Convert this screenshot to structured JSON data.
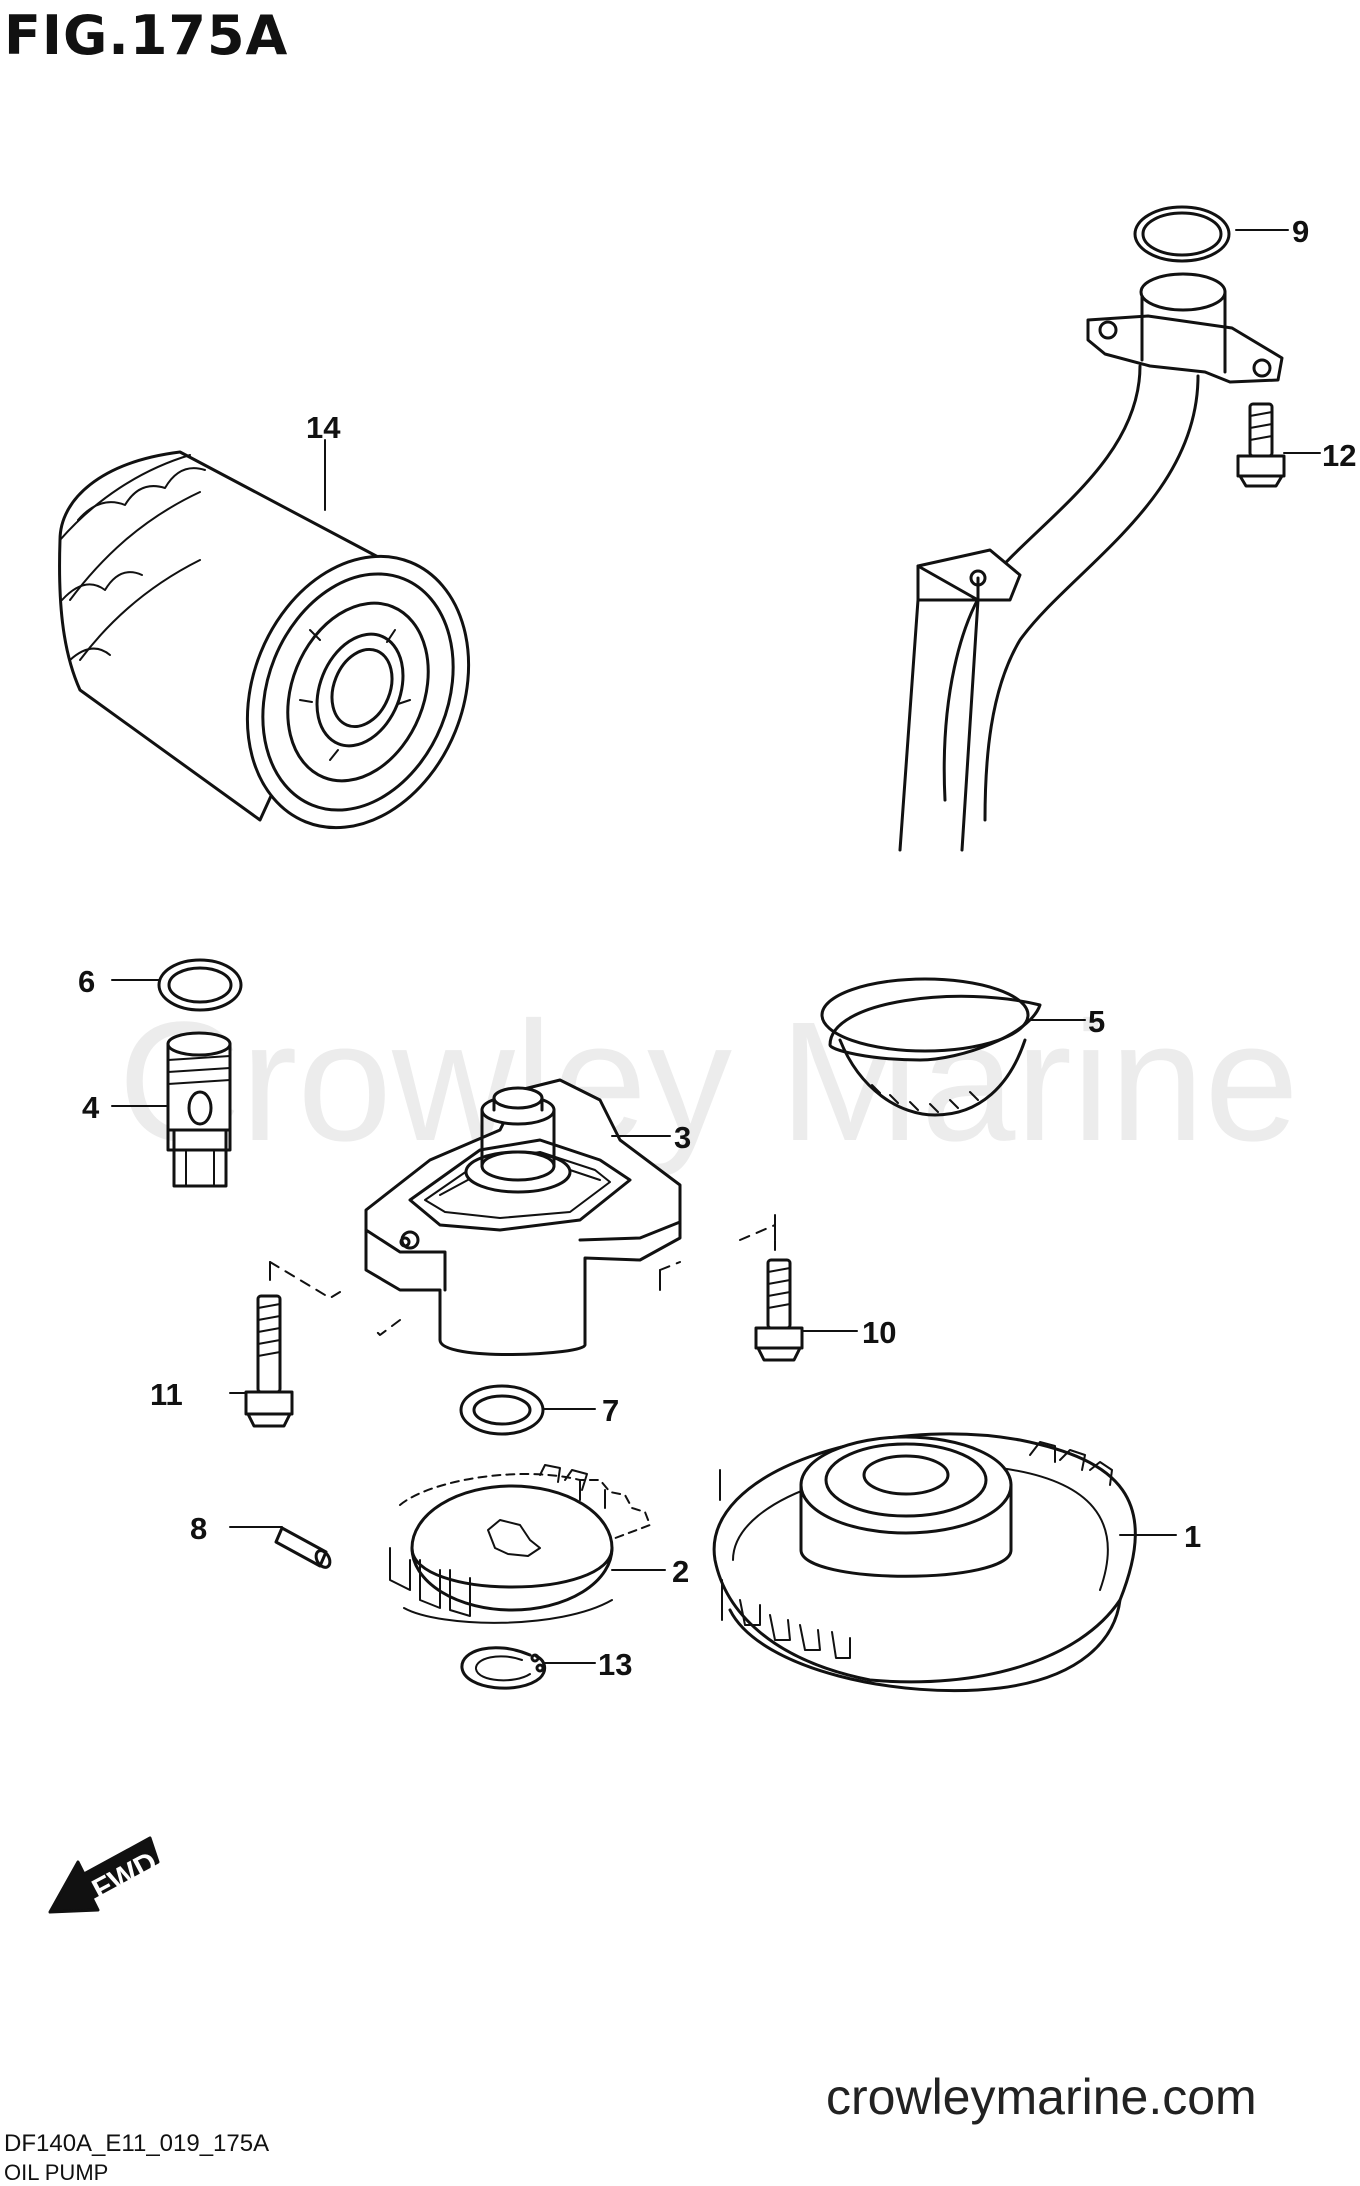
{
  "figure": {
    "title": "FIG.175A",
    "model_code": "DF140A_E11_019_175A",
    "caption": "OIL PUMP",
    "watermark": "Crowley Marine",
    "website": "crowleymarine.com",
    "fwd_label": "FWD"
  },
  "callouts": [
    {
      "id": "1",
      "label": "1"
    },
    {
      "id": "2",
      "label": "2"
    },
    {
      "id": "3",
      "label": "3"
    },
    {
      "id": "4",
      "label": "4"
    },
    {
      "id": "5",
      "label": "5"
    },
    {
      "id": "6",
      "label": "6"
    },
    {
      "id": "7",
      "label": "7"
    },
    {
      "id": "8",
      "label": "8"
    },
    {
      "id": "9",
      "label": "9"
    },
    {
      "id": "10",
      "label": "10"
    },
    {
      "id": "11",
      "label": "11"
    },
    {
      "id": "12",
      "label": "12"
    },
    {
      "id": "13",
      "label": "13"
    },
    {
      "id": "14",
      "label": "14"
    }
  ],
  "colors": {
    "line": "#111111",
    "watermark": "#ececec"
  }
}
